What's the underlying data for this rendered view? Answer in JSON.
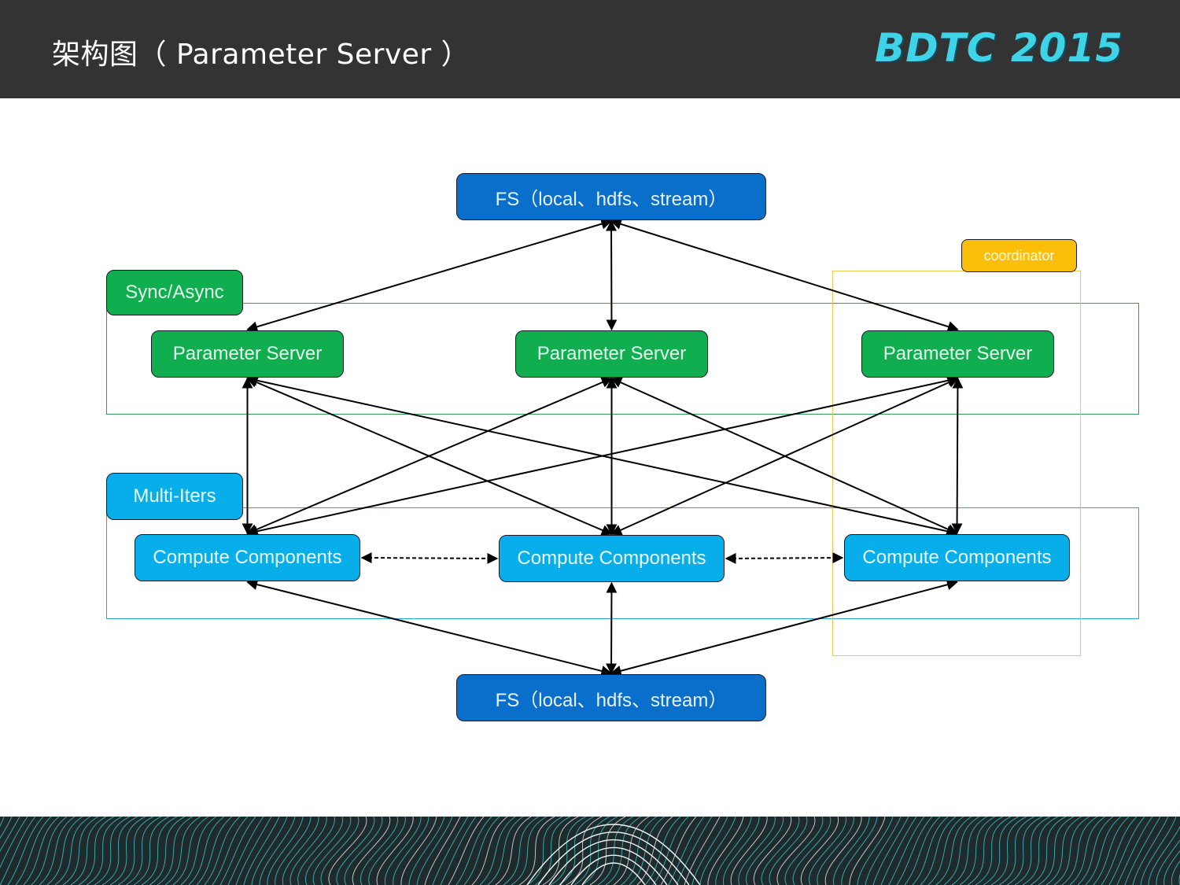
{
  "header": {
    "title": "架构图（ Parameter Server ）",
    "logo": "BDTC 2015"
  },
  "colors": {
    "header_bg": "#333333",
    "logo": "#3fd3e8",
    "fs": "#0a6fcb",
    "parameter_server": "#10ae4f",
    "compute": "#08aeea",
    "coordinator": "#fbbf0a",
    "group_green": "#2aa05a",
    "group_blue": "#24a7d6",
    "group_yellow": "#f0c850"
  },
  "groups": {
    "sync": {
      "label": "Sync/Async"
    },
    "multi": {
      "label": "Multi-Iters"
    },
    "coordinator": {
      "label": "coordinator"
    }
  },
  "nodes": {
    "fs_top": {
      "label": "FS（local、hdfs、stream）"
    },
    "ps_left": {
      "label": "Parameter Server"
    },
    "ps_mid": {
      "label": "Parameter Server"
    },
    "ps_right": {
      "label": "Parameter Server"
    },
    "cc_left": {
      "label": "Compute Components"
    },
    "cc_mid": {
      "label": "Compute Components"
    },
    "cc_right": {
      "label": "Compute Components"
    },
    "fs_bottom": {
      "label": "FS（local、hdfs、stream）"
    }
  },
  "edges": [
    {
      "from": "fs_top",
      "to": "ps_left",
      "style": "solid",
      "arrows": "both"
    },
    {
      "from": "fs_top",
      "to": "ps_mid",
      "style": "solid",
      "arrows": "both"
    },
    {
      "from": "fs_top",
      "to": "ps_right",
      "style": "solid",
      "arrows": "both"
    },
    {
      "from": "ps_left",
      "to": "cc_left",
      "style": "solid",
      "arrows": "both"
    },
    {
      "from": "ps_left",
      "to": "cc_mid",
      "style": "solid",
      "arrows": "both"
    },
    {
      "from": "ps_left",
      "to": "cc_right",
      "style": "solid",
      "arrows": "both"
    },
    {
      "from": "ps_mid",
      "to": "cc_left",
      "style": "solid",
      "arrows": "both"
    },
    {
      "from": "ps_mid",
      "to": "cc_mid",
      "style": "solid",
      "arrows": "both"
    },
    {
      "from": "ps_mid",
      "to": "cc_right",
      "style": "solid",
      "arrows": "both"
    },
    {
      "from": "ps_right",
      "to": "cc_left",
      "style": "solid",
      "arrows": "both"
    },
    {
      "from": "ps_right",
      "to": "cc_mid",
      "style": "solid",
      "arrows": "both"
    },
    {
      "from": "ps_right",
      "to": "cc_right",
      "style": "solid",
      "arrows": "both"
    },
    {
      "from": "cc_left",
      "to": "cc_mid",
      "style": "dashed",
      "arrows": "both"
    },
    {
      "from": "cc_mid",
      "to": "cc_right",
      "style": "dashed",
      "arrows": "both"
    },
    {
      "from": "cc_left",
      "to": "fs_bottom",
      "style": "solid",
      "arrows": "both"
    },
    {
      "from": "cc_mid",
      "to": "fs_bottom",
      "style": "solid",
      "arrows": "both"
    },
    {
      "from": "cc_right",
      "to": "fs_bottom",
      "style": "solid",
      "arrows": "both"
    }
  ]
}
